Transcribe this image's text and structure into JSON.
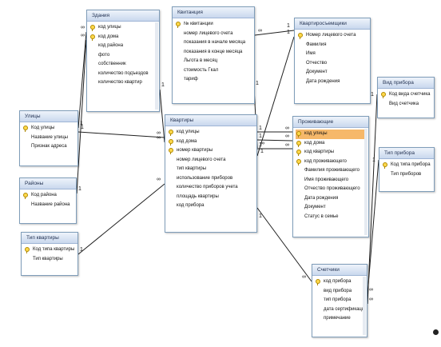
{
  "tables": [
    {
      "id": "zdaniya",
      "title": "Здания",
      "fields": [
        {
          "name": "код улицы",
          "key": true
        },
        {
          "name": "код дома",
          "key": true
        },
        {
          "name": "код района"
        },
        {
          "name": "фото"
        },
        {
          "name": "собственник"
        },
        {
          "name": "количество подъездов"
        },
        {
          "name": "количество квартир"
        }
      ]
    },
    {
      "id": "kvitanciya",
      "title": "Квитанция",
      "fields": [
        {
          "name": "№ квитанции",
          "key": true
        },
        {
          "name": "номер лицевого счета"
        },
        {
          "name": "показания в начале месяца"
        },
        {
          "name": "показания в конце месяца"
        },
        {
          "name": "Льгота в месяц"
        },
        {
          "name": "стоимость Гкал"
        },
        {
          "name": "тариф"
        }
      ]
    },
    {
      "id": "kvartiros",
      "title": "Квартиросъемщики",
      "fields": [
        {
          "name": "Номер лицевого счета",
          "key": true
        },
        {
          "name": "Фамилия"
        },
        {
          "name": "Имя"
        },
        {
          "name": "Отчество"
        },
        {
          "name": "Документ"
        },
        {
          "name": "Дата рождения"
        }
      ]
    },
    {
      "id": "vid",
      "title": "Вид прибора",
      "fields": [
        {
          "name": "Код вида счетчика",
          "key": true
        },
        {
          "name": "Вид счетчика"
        }
      ]
    },
    {
      "id": "ulicy",
      "title": "Улицы",
      "fields": [
        {
          "name": "Код улицы",
          "key": true
        },
        {
          "name": "Название улицы"
        },
        {
          "name": "Признак адреса"
        }
      ]
    },
    {
      "id": "kvartiry",
      "title": "Квартиры",
      "fields": [
        {
          "name": "код улицы",
          "key": true
        },
        {
          "name": "код дома",
          "key": true
        },
        {
          "name": "номер квартиры",
          "key": true
        },
        {
          "name": "номер лицевого счета"
        },
        {
          "name": "тип квартиры"
        },
        {
          "name": "использование приборов"
        },
        {
          "name": "количество приборов учета"
        },
        {
          "name": "площадь квартиры"
        },
        {
          "name": "код прибора"
        }
      ]
    },
    {
      "id": "prozhiv",
      "title": "Проживающие",
      "fields": [
        {
          "name": "код улицы",
          "key": true,
          "selected": true
        },
        {
          "name": "код дома",
          "key": true
        },
        {
          "name": "код квартиры",
          "key": true
        },
        {
          "name": "код проживающего",
          "key": true
        },
        {
          "name": "Фамилия проживающего"
        },
        {
          "name": "Имя проживающего"
        },
        {
          "name": "Отчество проживающего"
        },
        {
          "name": "Дата рождения"
        },
        {
          "name": "Документ"
        },
        {
          "name": "Статус в семье"
        }
      ]
    },
    {
      "id": "tippribora",
      "title": "Тип прибора",
      "fields": [
        {
          "name": "Код типа прибора",
          "key": true
        },
        {
          "name": "Тип приборов"
        }
      ]
    },
    {
      "id": "rayony",
      "title": "Районы",
      "fields": [
        {
          "name": "Код района",
          "key": true
        },
        {
          "name": "Название района"
        }
      ]
    },
    {
      "id": "tipkv",
      "title": "Тип квартиры",
      "fields": [
        {
          "name": "Код типа квартиры",
          "key": true
        },
        {
          "name": "Тип квартиры"
        }
      ]
    },
    {
      "id": "schetchiki",
      "title": "Счетчики",
      "fields": [
        {
          "name": "код прибора",
          "key": true
        },
        {
          "name": "вид прибора"
        },
        {
          "name": "тип прибора"
        },
        {
          "name": "дата сертификации"
        },
        {
          "name": "примечание"
        }
      ]
    }
  ],
  "relations": [
    {
      "id": "ulicy-kvartiry",
      "one": "1",
      "many": "∞"
    },
    {
      "id": "ulicy-zdaniya",
      "one": "1",
      "many": "∞"
    },
    {
      "id": "rayony-zdaniya",
      "one": "1",
      "many": "∞"
    },
    {
      "id": "zdaniya-kvartiry",
      "one": "1",
      "many": "∞"
    },
    {
      "id": "kvitanciya-kvartiry",
      "one": "1",
      "many": "∞"
    },
    {
      "id": "kvartiros-kvitanciya",
      "one": "1",
      "many": "∞"
    },
    {
      "id": "kvartiros-kvartiry",
      "one": "1",
      "many": "1"
    },
    {
      "id": "kvartiry-prozhiv-1",
      "one": "1",
      "many": "∞"
    },
    {
      "id": "kvartiry-prozhiv-2",
      "one": "1",
      "many": "∞"
    },
    {
      "id": "kvartiry-prozhiv-3",
      "one": "1",
      "many": "∞"
    },
    {
      "id": "tipkv-kvartiry",
      "one": "1",
      "many": "∞"
    },
    {
      "id": "kvartiry-schetchiki",
      "one": "1",
      "many": "∞"
    },
    {
      "id": "vid-schetchiki",
      "one": "1",
      "many": "∞"
    },
    {
      "id": "tippribora-schetchiki",
      "one": "1",
      "many": "∞"
    }
  ]
}
